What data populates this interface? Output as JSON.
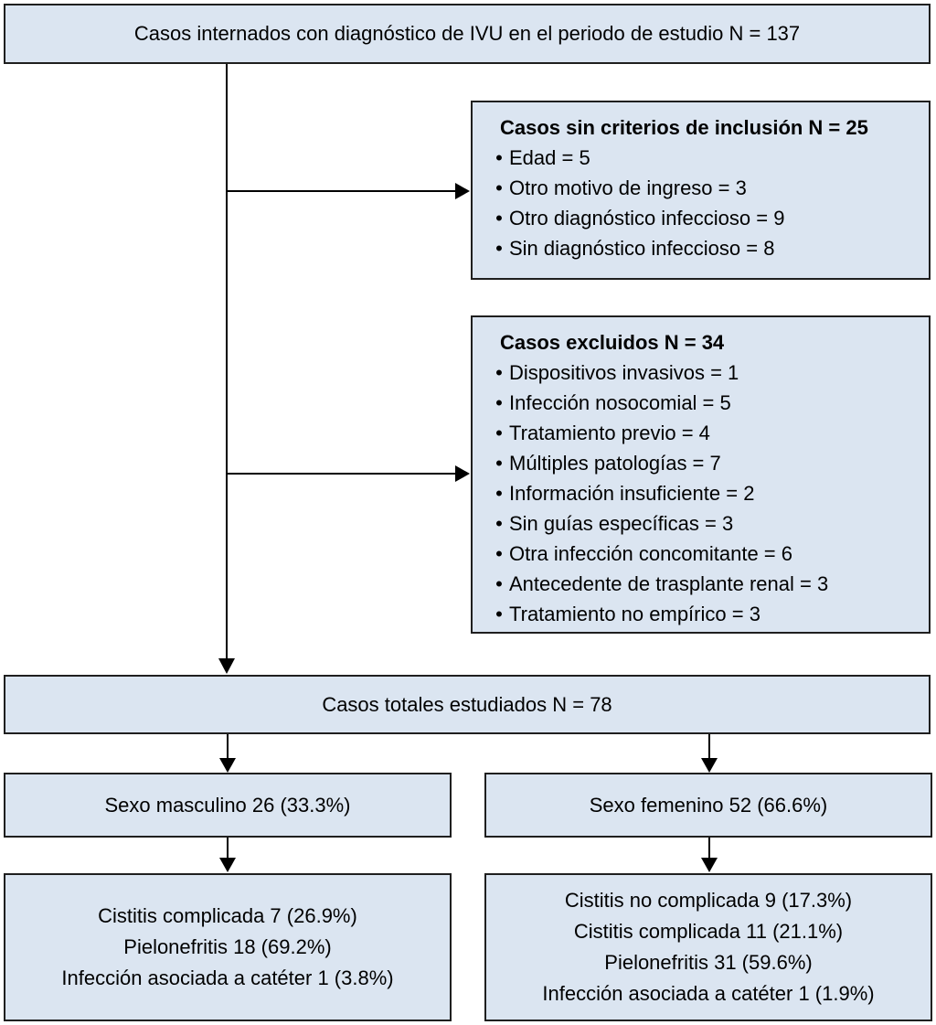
{
  "diagram": {
    "bullet_char": "•",
    "colors": {
      "box_fill": "#dbe5f1",
      "box_border": "#1f1f1f",
      "connector": "#000000"
    },
    "top_box": {
      "label": "Casos internados con diagnóstico de IVU en el periodo de estudio N = 137"
    },
    "exclusion_box_1": {
      "title": "Casos sin criterios de inclusión N = 25",
      "items": [
        "Edad = 5",
        "Otro motivo de ingreso = 3",
        "Otro diagnóstico infeccioso = 9",
        "Sin diagnóstico infeccioso = 8"
      ]
    },
    "exclusion_box_2": {
      "title": "Casos excluidos N = 34",
      "items": [
        "Dispositivos invasivos = 1",
        "Infección nosocomial = 5",
        "Tratamiento previo = 4",
        "Múltiples patologías = 7",
        "Información insuficiente = 2",
        "Sin guías específicas = 3",
        "Otra infección concomitante = 6",
        "Antecedente de trasplante renal = 3",
        "Tratamiento no empírico = 3"
      ]
    },
    "total_box": {
      "label": "Casos totales estudiados N = 78"
    },
    "male_box": {
      "label": "Sexo masculino 26 (33.3%)"
    },
    "female_box": {
      "label": "Sexo femenino 52 (66.6%)"
    },
    "male_dx_box": {
      "lines": [
        "Cistitis complicada 7 (26.9%)",
        "Pielonefritis 18 (69.2%)",
        "Infección asociada a catéter 1 (3.8%)"
      ]
    },
    "female_dx_box": {
      "lines": [
        "Cistitis no complicada 9 (17.3%)",
        "Cistitis complicada 11 (21.1%)",
        "Pielonefritis 31 (59.6%)",
        "Infección asociada a catéter 1 (1.9%)"
      ]
    }
  }
}
